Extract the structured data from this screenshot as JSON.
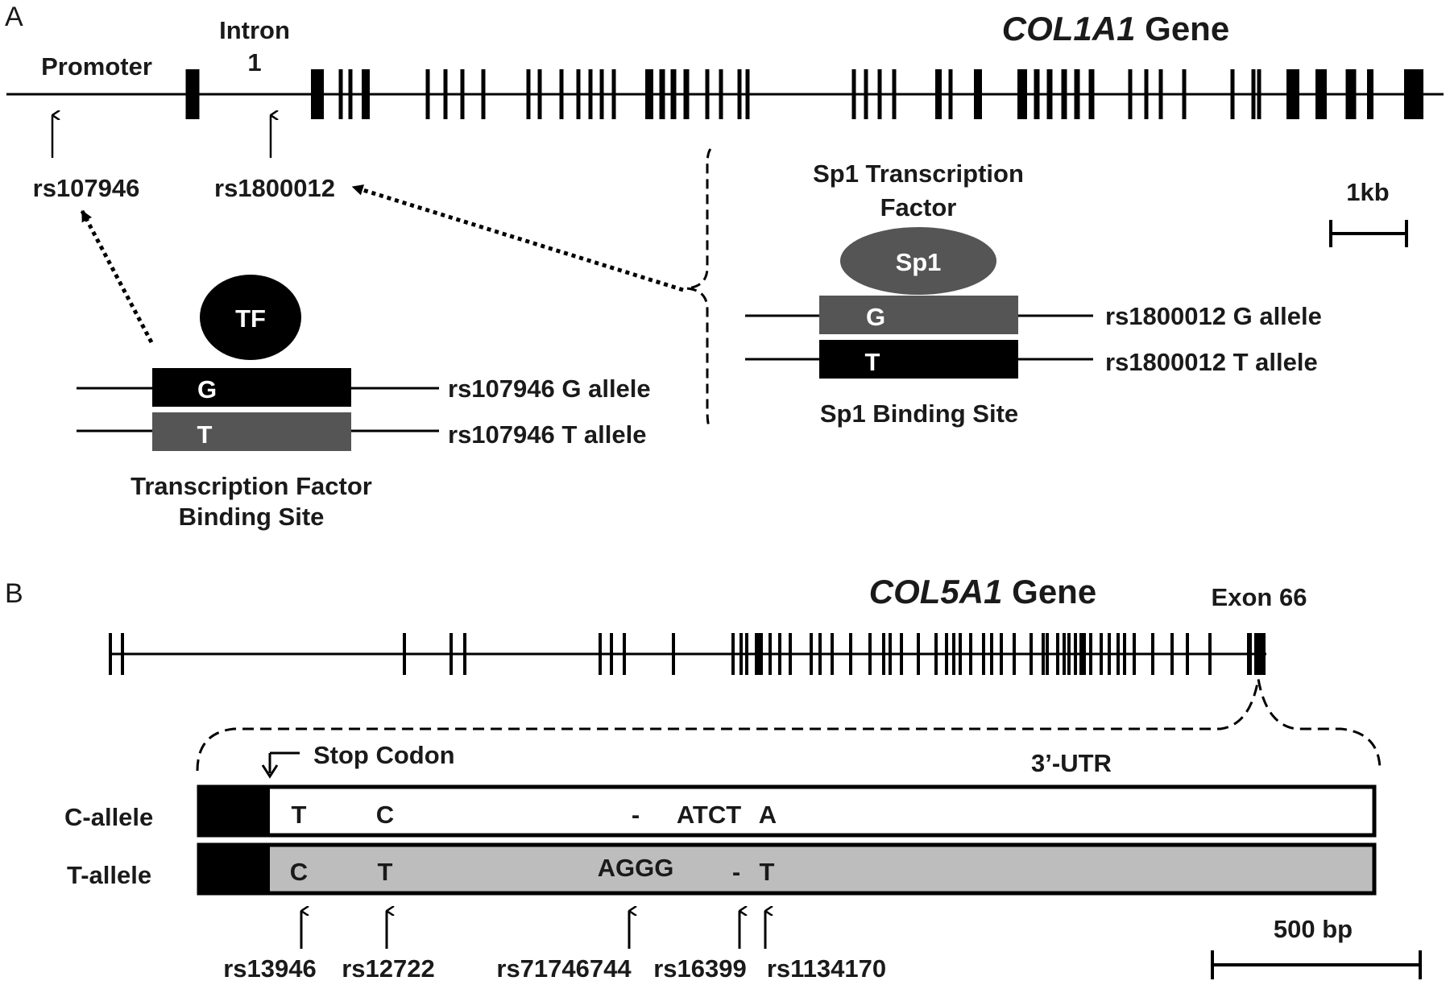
{
  "panel_a": {
    "panel_label": "A",
    "gene_name": "COL1A1",
    "gene_word": " Gene",
    "promoter": "Promoter",
    "intron_line1": "Intron",
    "intron_line2": "1",
    "snp1": "rs107946",
    "snp2": "rs1800012",
    "scale_label": "1kb",
    "tf": {
      "factor": "TF",
      "allele_g_letter": "G",
      "allele_t_letter": "T",
      "allele_g_label": "rs107946 G allele",
      "allele_t_label": "rs107946 T allele",
      "site_line1": "Transcription Factor",
      "site_line2": "Binding Site"
    },
    "sp1": {
      "title_line1": "Sp1 Transcription",
      "title_line2": "Factor",
      "factor": "Sp1",
      "allele_g_letter": "G",
      "allele_t_letter": "T",
      "allele_g_label": "rs1800012 G allele",
      "allele_t_label": "rs1800012 T allele",
      "site": "Sp1 Binding Site"
    }
  },
  "panel_b": {
    "panel_label": "B",
    "gene_name": "COL5A1",
    "gene_word": " Gene",
    "exon": "Exon 66",
    "stop_codon": "Stop Codon",
    "utr": "3’-UTR",
    "c_allele": "C-allele",
    "t_allele": "T-allele",
    "c_row": [
      "T",
      "C",
      "-",
      "ATCT",
      "A"
    ],
    "t_row": [
      "C",
      "T",
      "AGGG",
      "-",
      "T"
    ],
    "snps": [
      "rs13946",
      "rs12722",
      "rs71746744",
      "rs16399",
      "rs1134170"
    ],
    "scale_label": "500 bp"
  },
  "colors": {
    "black": "#000000",
    "dark_grey": "#555555",
    "light_grey": "#bdbdbd"
  }
}
